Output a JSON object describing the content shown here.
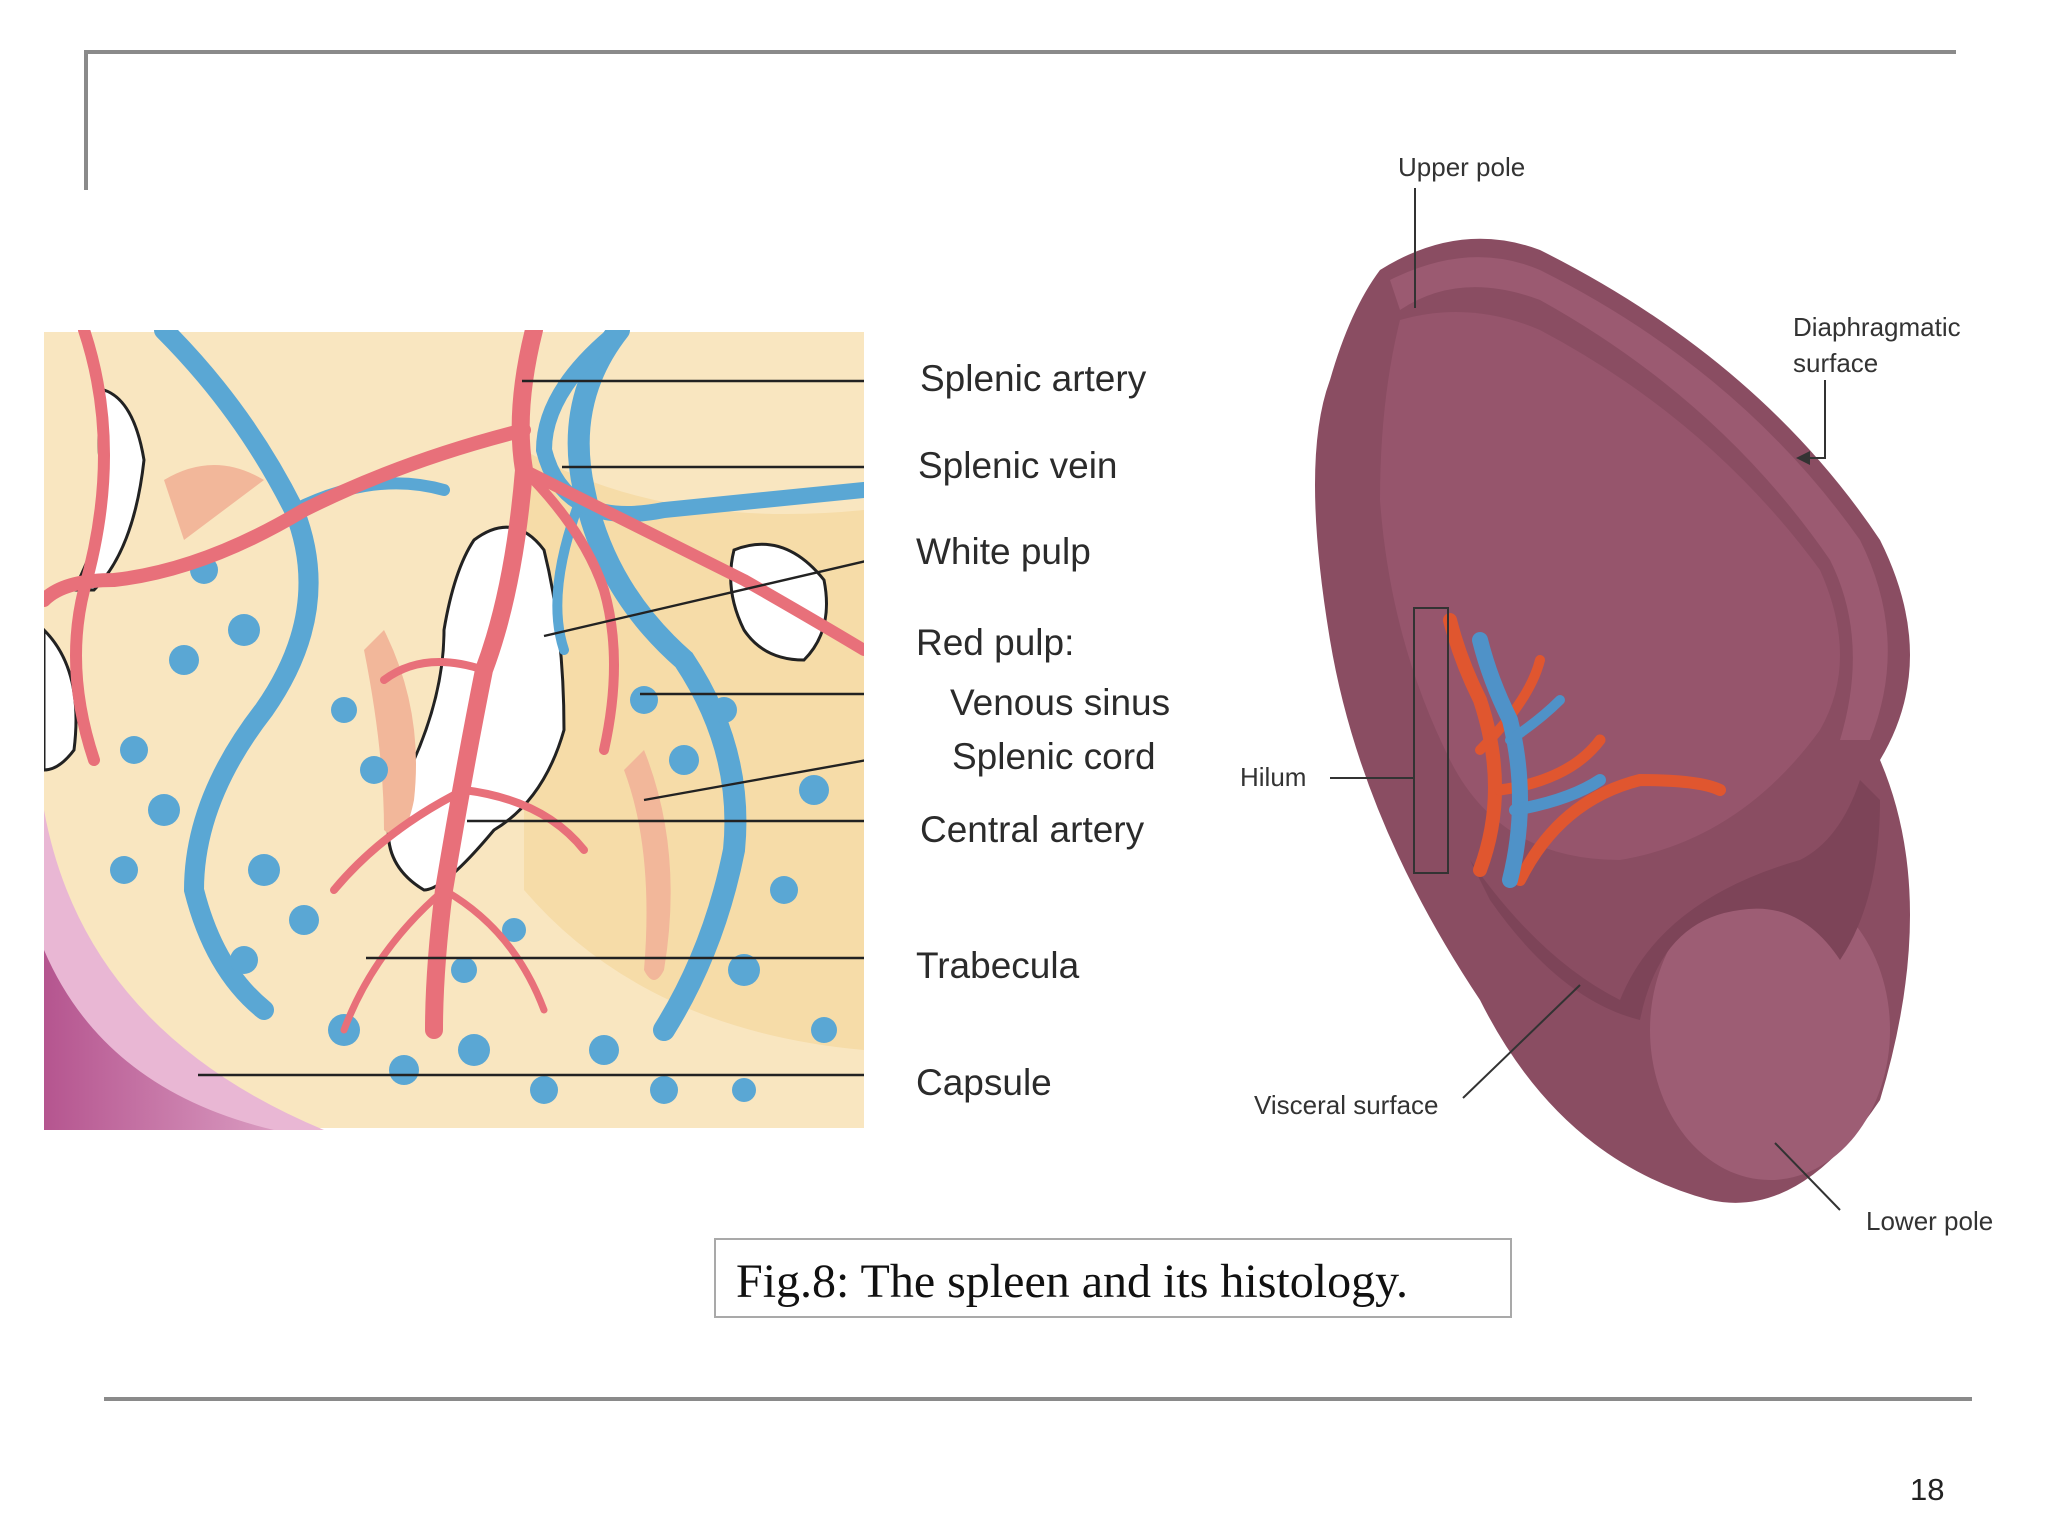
{
  "histology_labels": {
    "splenic_artery": "Splenic artery",
    "splenic_vein": "Splenic vein",
    "white_pulp": "White pulp",
    "red_pulp": "Red pulp:",
    "venous_sinus": "Venous sinus",
    "splenic_cord": "Splenic cord",
    "central_artery": "Central artery",
    "trabecula": "Trabecula",
    "capsule": "Capsule"
  },
  "spleen_labels": {
    "upper_pole": "Upper pole",
    "diaphragmatic_surface_line1": "Diaphragmatic",
    "diaphragmatic_surface_line2": "surface",
    "hilum": "Hilum",
    "visceral_surface": "Visceral surface",
    "lower_pole": "Lower pole"
  },
  "caption": "Fig.8: The spleen and its histology.",
  "page_number": "18",
  "colors": {
    "frame_line": "#8a8a8a",
    "artery": "#e8707a",
    "vein": "#5aa7d4",
    "tissue_background": "#f9e6c0",
    "spleen_surface": "#8a4d62"
  }
}
